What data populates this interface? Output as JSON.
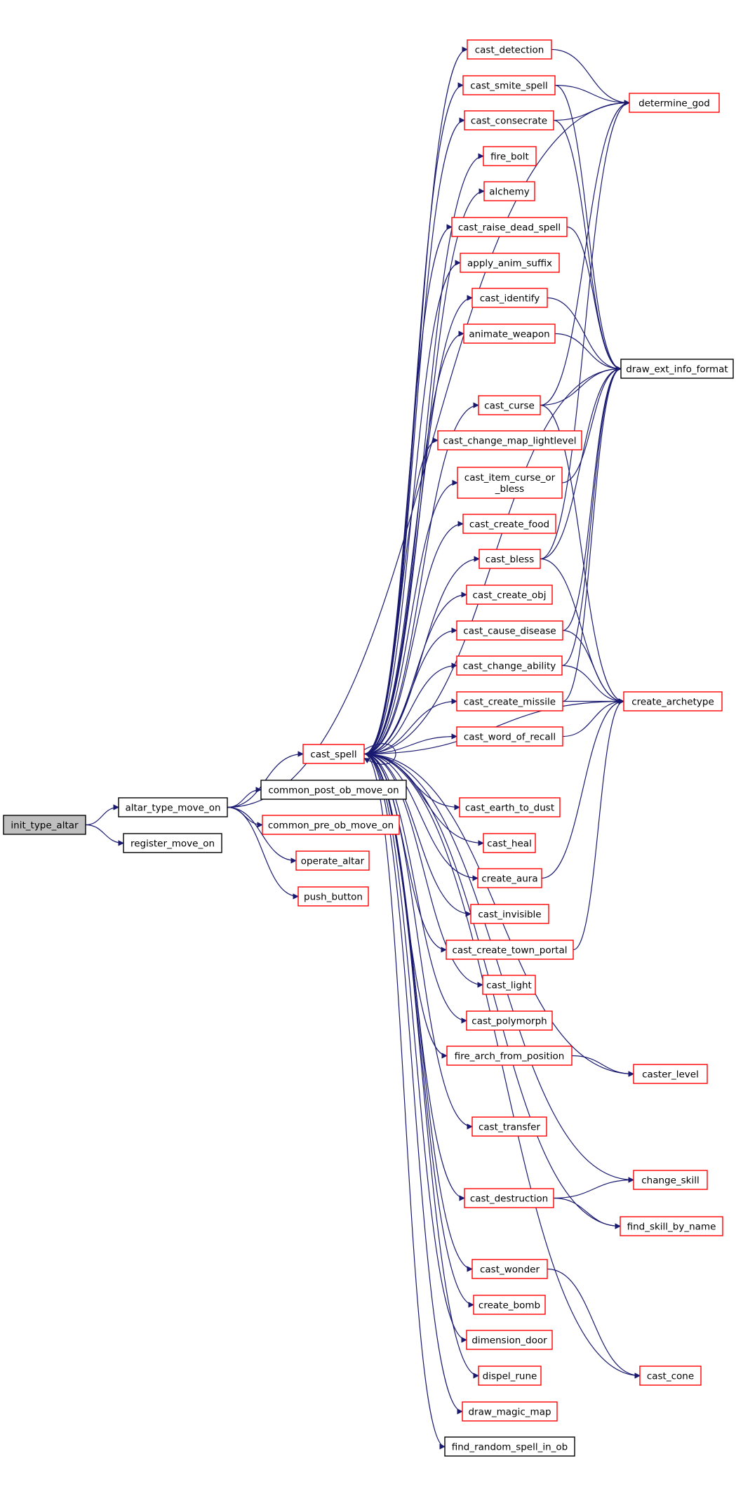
{
  "diagram": {
    "nodes": [
      {
        "id": "init_type_altar",
        "label": "init_type_altar",
        "style": "root"
      },
      {
        "id": "altar_type_move_on",
        "label": "altar_type_move_on",
        "style": "black"
      },
      {
        "id": "register_move_on",
        "label": "register_move_on",
        "style": "black"
      },
      {
        "id": "cast_spell",
        "label": "cast_spell",
        "style": "red"
      },
      {
        "id": "common_post_ob_move_on",
        "label": "common_post_ob_move_on",
        "style": "black"
      },
      {
        "id": "common_pre_ob_move_on",
        "label": "common_pre_ob_move_on",
        "style": "red"
      },
      {
        "id": "operate_altar",
        "label": "operate_altar",
        "style": "red"
      },
      {
        "id": "push_button",
        "label": "push_button",
        "style": "red"
      },
      {
        "id": "cast_detection",
        "label": "cast_detection",
        "style": "red"
      },
      {
        "id": "cast_smite_spell",
        "label": "cast_smite_spell",
        "style": "red"
      },
      {
        "id": "cast_consecrate",
        "label": "cast_consecrate",
        "style": "red"
      },
      {
        "id": "fire_bolt",
        "label": "fire_bolt",
        "style": "red"
      },
      {
        "id": "alchemy",
        "label": "alchemy",
        "style": "red"
      },
      {
        "id": "cast_raise_dead_spell",
        "label": "cast_raise_dead_spell",
        "style": "red"
      },
      {
        "id": "apply_anim_suffix",
        "label": "apply_anim_suffix",
        "style": "red"
      },
      {
        "id": "cast_identify",
        "label": "cast_identify",
        "style": "red"
      },
      {
        "id": "animate_weapon",
        "label": "animate_weapon",
        "style": "red"
      },
      {
        "id": "cast_curse",
        "label": "cast_curse",
        "style": "red"
      },
      {
        "id": "cast_change_map_lightlevel",
        "label": "cast_change_map_lightlevel",
        "style": "red"
      },
      {
        "id": "cast_item_curse_or_bless",
        "label": "cast_item_curse_or\n_bless",
        "style": "red"
      },
      {
        "id": "cast_create_food",
        "label": "cast_create_food",
        "style": "red"
      },
      {
        "id": "cast_bless",
        "label": "cast_bless",
        "style": "red"
      },
      {
        "id": "cast_create_obj",
        "label": "cast_create_obj",
        "style": "red"
      },
      {
        "id": "cast_cause_disease",
        "label": "cast_cause_disease",
        "style": "red"
      },
      {
        "id": "cast_change_ability",
        "label": "cast_change_ability",
        "style": "red"
      },
      {
        "id": "cast_create_missile",
        "label": "cast_create_missile",
        "style": "red"
      },
      {
        "id": "cast_word_of_recall",
        "label": "cast_word_of_recall",
        "style": "red"
      },
      {
        "id": "cast_earth_to_dust",
        "label": "cast_earth_to_dust",
        "style": "red"
      },
      {
        "id": "cast_heal",
        "label": "cast_heal",
        "style": "red"
      },
      {
        "id": "create_aura",
        "label": "create_aura",
        "style": "red"
      },
      {
        "id": "cast_invisible",
        "label": "cast_invisible",
        "style": "red"
      },
      {
        "id": "cast_create_town_portal",
        "label": "cast_create_town_portal",
        "style": "red"
      },
      {
        "id": "cast_light",
        "label": "cast_light",
        "style": "red"
      },
      {
        "id": "cast_polymorph",
        "label": "cast_polymorph",
        "style": "red"
      },
      {
        "id": "fire_arch_from_position",
        "label": "fire_arch_from_position",
        "style": "red"
      },
      {
        "id": "cast_transfer",
        "label": "cast_transfer",
        "style": "red"
      },
      {
        "id": "cast_destruction",
        "label": "cast_destruction",
        "style": "red"
      },
      {
        "id": "cast_wonder",
        "label": "cast_wonder",
        "style": "red"
      },
      {
        "id": "create_bomb",
        "label": "create_bomb",
        "style": "red"
      },
      {
        "id": "dimension_door",
        "label": "dimension_door",
        "style": "red"
      },
      {
        "id": "dispel_rune",
        "label": "dispel_rune",
        "style": "red"
      },
      {
        "id": "draw_magic_map",
        "label": "draw_magic_map",
        "style": "red"
      },
      {
        "id": "find_random_spell_in_ob",
        "label": "find_random_spell_in_ob",
        "style": "black"
      },
      {
        "id": "determine_god",
        "label": "determine_god",
        "style": "red"
      },
      {
        "id": "draw_ext_info_format",
        "label": "draw_ext_info_format",
        "style": "black"
      },
      {
        "id": "create_archetype",
        "label": "create_archetype",
        "style": "red"
      },
      {
        "id": "caster_level",
        "label": "caster_level",
        "style": "red"
      },
      {
        "id": "change_skill",
        "label": "change_skill",
        "style": "red"
      },
      {
        "id": "find_skill_by_name",
        "label": "find_skill_by_name",
        "style": "red"
      },
      {
        "id": "cast_cone",
        "label": "cast_cone",
        "style": "red"
      }
    ],
    "edges": [
      [
        "init_type_altar",
        "altar_type_move_on"
      ],
      [
        "init_type_altar",
        "register_move_on"
      ],
      [
        "altar_type_move_on",
        "cast_spell"
      ],
      [
        "altar_type_move_on",
        "common_post_ob_move_on"
      ],
      [
        "altar_type_move_on",
        "common_pre_ob_move_on"
      ],
      [
        "altar_type_move_on",
        "operate_altar"
      ],
      [
        "altar_type_move_on",
        "push_button"
      ],
      [
        "altar_type_move_on",
        "determine_god"
      ],
      [
        "cast_spell",
        "cast_detection"
      ],
      [
        "cast_spell",
        "cast_smite_spell"
      ],
      [
        "cast_spell",
        "cast_consecrate"
      ],
      [
        "cast_spell",
        "fire_bolt"
      ],
      [
        "cast_spell",
        "alchemy"
      ],
      [
        "cast_spell",
        "cast_raise_dead_spell"
      ],
      [
        "cast_spell",
        "apply_anim_suffix"
      ],
      [
        "cast_spell",
        "cast_identify"
      ],
      [
        "cast_spell",
        "animate_weapon"
      ],
      [
        "cast_spell",
        "cast_curse"
      ],
      [
        "cast_spell",
        "cast_change_map_lightlevel"
      ],
      [
        "cast_spell",
        "cast_item_curse_or_bless"
      ],
      [
        "cast_spell",
        "cast_create_food"
      ],
      [
        "cast_spell",
        "cast_bless"
      ],
      [
        "cast_spell",
        "cast_create_obj"
      ],
      [
        "cast_spell",
        "cast_cause_disease"
      ],
      [
        "cast_spell",
        "cast_change_ability"
      ],
      [
        "cast_spell",
        "cast_create_missile"
      ],
      [
        "cast_spell",
        "cast_word_of_recall"
      ],
      [
        "cast_spell",
        "cast_earth_to_dust"
      ],
      [
        "cast_spell",
        "cast_heal"
      ],
      [
        "cast_spell",
        "create_aura"
      ],
      [
        "cast_spell",
        "cast_invisible"
      ],
      [
        "cast_spell",
        "cast_create_town_portal"
      ],
      [
        "cast_spell",
        "cast_light"
      ],
      [
        "cast_spell",
        "cast_polymorph"
      ],
      [
        "cast_spell",
        "fire_arch_from_position"
      ],
      [
        "cast_spell",
        "cast_transfer"
      ],
      [
        "cast_spell",
        "cast_destruction"
      ],
      [
        "cast_spell",
        "cast_wonder"
      ],
      [
        "cast_spell",
        "create_bomb"
      ],
      [
        "cast_spell",
        "dimension_door"
      ],
      [
        "cast_spell",
        "dispel_rune"
      ],
      [
        "cast_spell",
        "draw_magic_map"
      ],
      [
        "cast_spell",
        "find_random_spell_in_ob"
      ],
      [
        "cast_spell",
        "draw_ext_info_format"
      ],
      [
        "cast_spell",
        "create_archetype"
      ],
      [
        "cast_spell",
        "caster_level"
      ],
      [
        "cast_spell",
        "change_skill"
      ],
      [
        "cast_spell",
        "find_skill_by_name"
      ],
      [
        "cast_spell",
        "cast_cone"
      ],
      [
        "cast_spell",
        "cast_spell"
      ],
      [
        "cast_detection",
        "determine_god"
      ],
      [
        "cast_smite_spell",
        "determine_god"
      ],
      [
        "cast_smite_spell",
        "draw_ext_info_format"
      ],
      [
        "cast_consecrate",
        "determine_god"
      ],
      [
        "cast_consecrate",
        "draw_ext_info_format"
      ],
      [
        "cast_raise_dead_spell",
        "draw_ext_info_format"
      ],
      [
        "cast_identify",
        "draw_ext_info_format"
      ],
      [
        "animate_weapon",
        "draw_ext_info_format"
      ],
      [
        "cast_curse",
        "determine_god"
      ],
      [
        "cast_curse",
        "draw_ext_info_format"
      ],
      [
        "cast_curse",
        "create_archetype"
      ],
      [
        "cast_item_curse_or_bless",
        "draw_ext_info_format"
      ],
      [
        "cast_bless",
        "determine_god"
      ],
      [
        "cast_bless",
        "draw_ext_info_format"
      ],
      [
        "cast_bless",
        "create_archetype"
      ],
      [
        "cast_cause_disease",
        "draw_ext_info_format"
      ],
      [
        "cast_cause_disease",
        "create_archetype"
      ],
      [
        "cast_change_ability",
        "draw_ext_info_format"
      ],
      [
        "cast_change_ability",
        "create_archetype"
      ],
      [
        "cast_create_missile",
        "draw_ext_info_format"
      ],
      [
        "cast_create_missile",
        "create_archetype"
      ],
      [
        "cast_word_of_recall",
        "create_archetype"
      ],
      [
        "create_aura",
        "create_archetype"
      ],
      [
        "cast_create_town_portal",
        "create_archetype"
      ],
      [
        "fire_arch_from_position",
        "caster_level"
      ],
      [
        "cast_destruction",
        "change_skill"
      ],
      [
        "cast_destruction",
        "find_skill_by_name"
      ],
      [
        "cast_wonder",
        "cast_cone"
      ]
    ]
  }
}
